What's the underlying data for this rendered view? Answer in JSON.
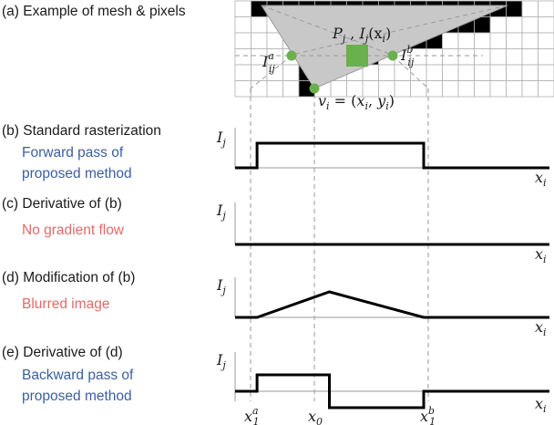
{
  "panel_a": {
    "caption": "(a) Example of mesh & pixels",
    "label_pixel": "P",
    "label_pixel_sub": "j",
    "label_pixel_sep": " , ",
    "label_intensity": "I",
    "label_intensity_sub": "j",
    "label_intensity_arg": "(x",
    "label_intensity_arg_sub": "i",
    "label_intensity_close": ")",
    "label_ia": "I",
    "label_ia_sup": "a",
    "label_ia_sub": "ij",
    "label_ib": "I",
    "label_ib_sup": "b",
    "label_ib_sub": "ij",
    "label_vertex_v": "v",
    "label_vertex_v_sub": "i",
    "label_vertex_eq": " = (",
    "label_vertex_x": "x",
    "label_vertex_x_sub": "i",
    "label_vertex_comma": ", ",
    "label_vertex_y": "y",
    "label_vertex_y_sub": "i",
    "label_vertex_close": ")"
  },
  "panels": [
    {
      "caption": "(b) Standard rasterization",
      "sub1": "Forward pass of",
      "sub2": "proposed method",
      "sub_color": "blue",
      "y_label": "I",
      "y_label_sub": "j",
      "x_label": "x",
      "x_label_sub": "i",
      "signal": [
        [
          0,
          0
        ],
        [
          0.07,
          0
        ],
        [
          0.07,
          1
        ],
        [
          0.6,
          1
        ],
        [
          0.6,
          0
        ],
        [
          1,
          0
        ]
      ]
    },
    {
      "caption": "(c) Derivative of (b)",
      "sub1": "No gradient flow",
      "sub2": "",
      "sub_color": "red",
      "y_label": "I",
      "y_label_sub": "j",
      "x_label": "x",
      "x_label_sub": "i",
      "signal": [
        [
          0,
          0
        ],
        [
          1,
          0
        ]
      ]
    },
    {
      "caption": "(d) Modification of (b)",
      "sub1": "Blurred image",
      "sub2": "",
      "sub_color": "red",
      "y_label": "I",
      "y_label_sub": "j",
      "x_label": "x",
      "x_label_sub": "i",
      "signal": [
        [
          0,
          0
        ],
        [
          0.07,
          0
        ],
        [
          0.3,
          1
        ],
        [
          0.6,
          0
        ],
        [
          1,
          0
        ]
      ]
    },
    {
      "caption": "(e) Derivative of (d)",
      "sub1": "Backward pass of",
      "sub2": "proposed method",
      "sub_color": "blue",
      "y_label": "I",
      "y_label_sub": "j",
      "x_label": "x",
      "x_label_sub": "i",
      "signal": [
        [
          0,
          0
        ],
        [
          0.07,
          0
        ],
        [
          0.07,
          1
        ],
        [
          0.3,
          1
        ],
        [
          0.3,
          -1
        ],
        [
          0.6,
          -1
        ],
        [
          0.6,
          0
        ],
        [
          1,
          0
        ]
      ]
    }
  ],
  "ticks": [
    {
      "base": "x",
      "sub": "1",
      "sup": "a"
    },
    {
      "base": "x",
      "sub": "0",
      "sup": ""
    },
    {
      "base": "x",
      "sub": "1",
      "sup": "b"
    }
  ],
  "colors": {
    "blue": "#3a5fa0",
    "red": "#e06a6a",
    "green": "#6ab04c",
    "triangle": "#c8c8c8",
    "pixel_fill": "#000000",
    "grid": "#b0b0b0"
  }
}
